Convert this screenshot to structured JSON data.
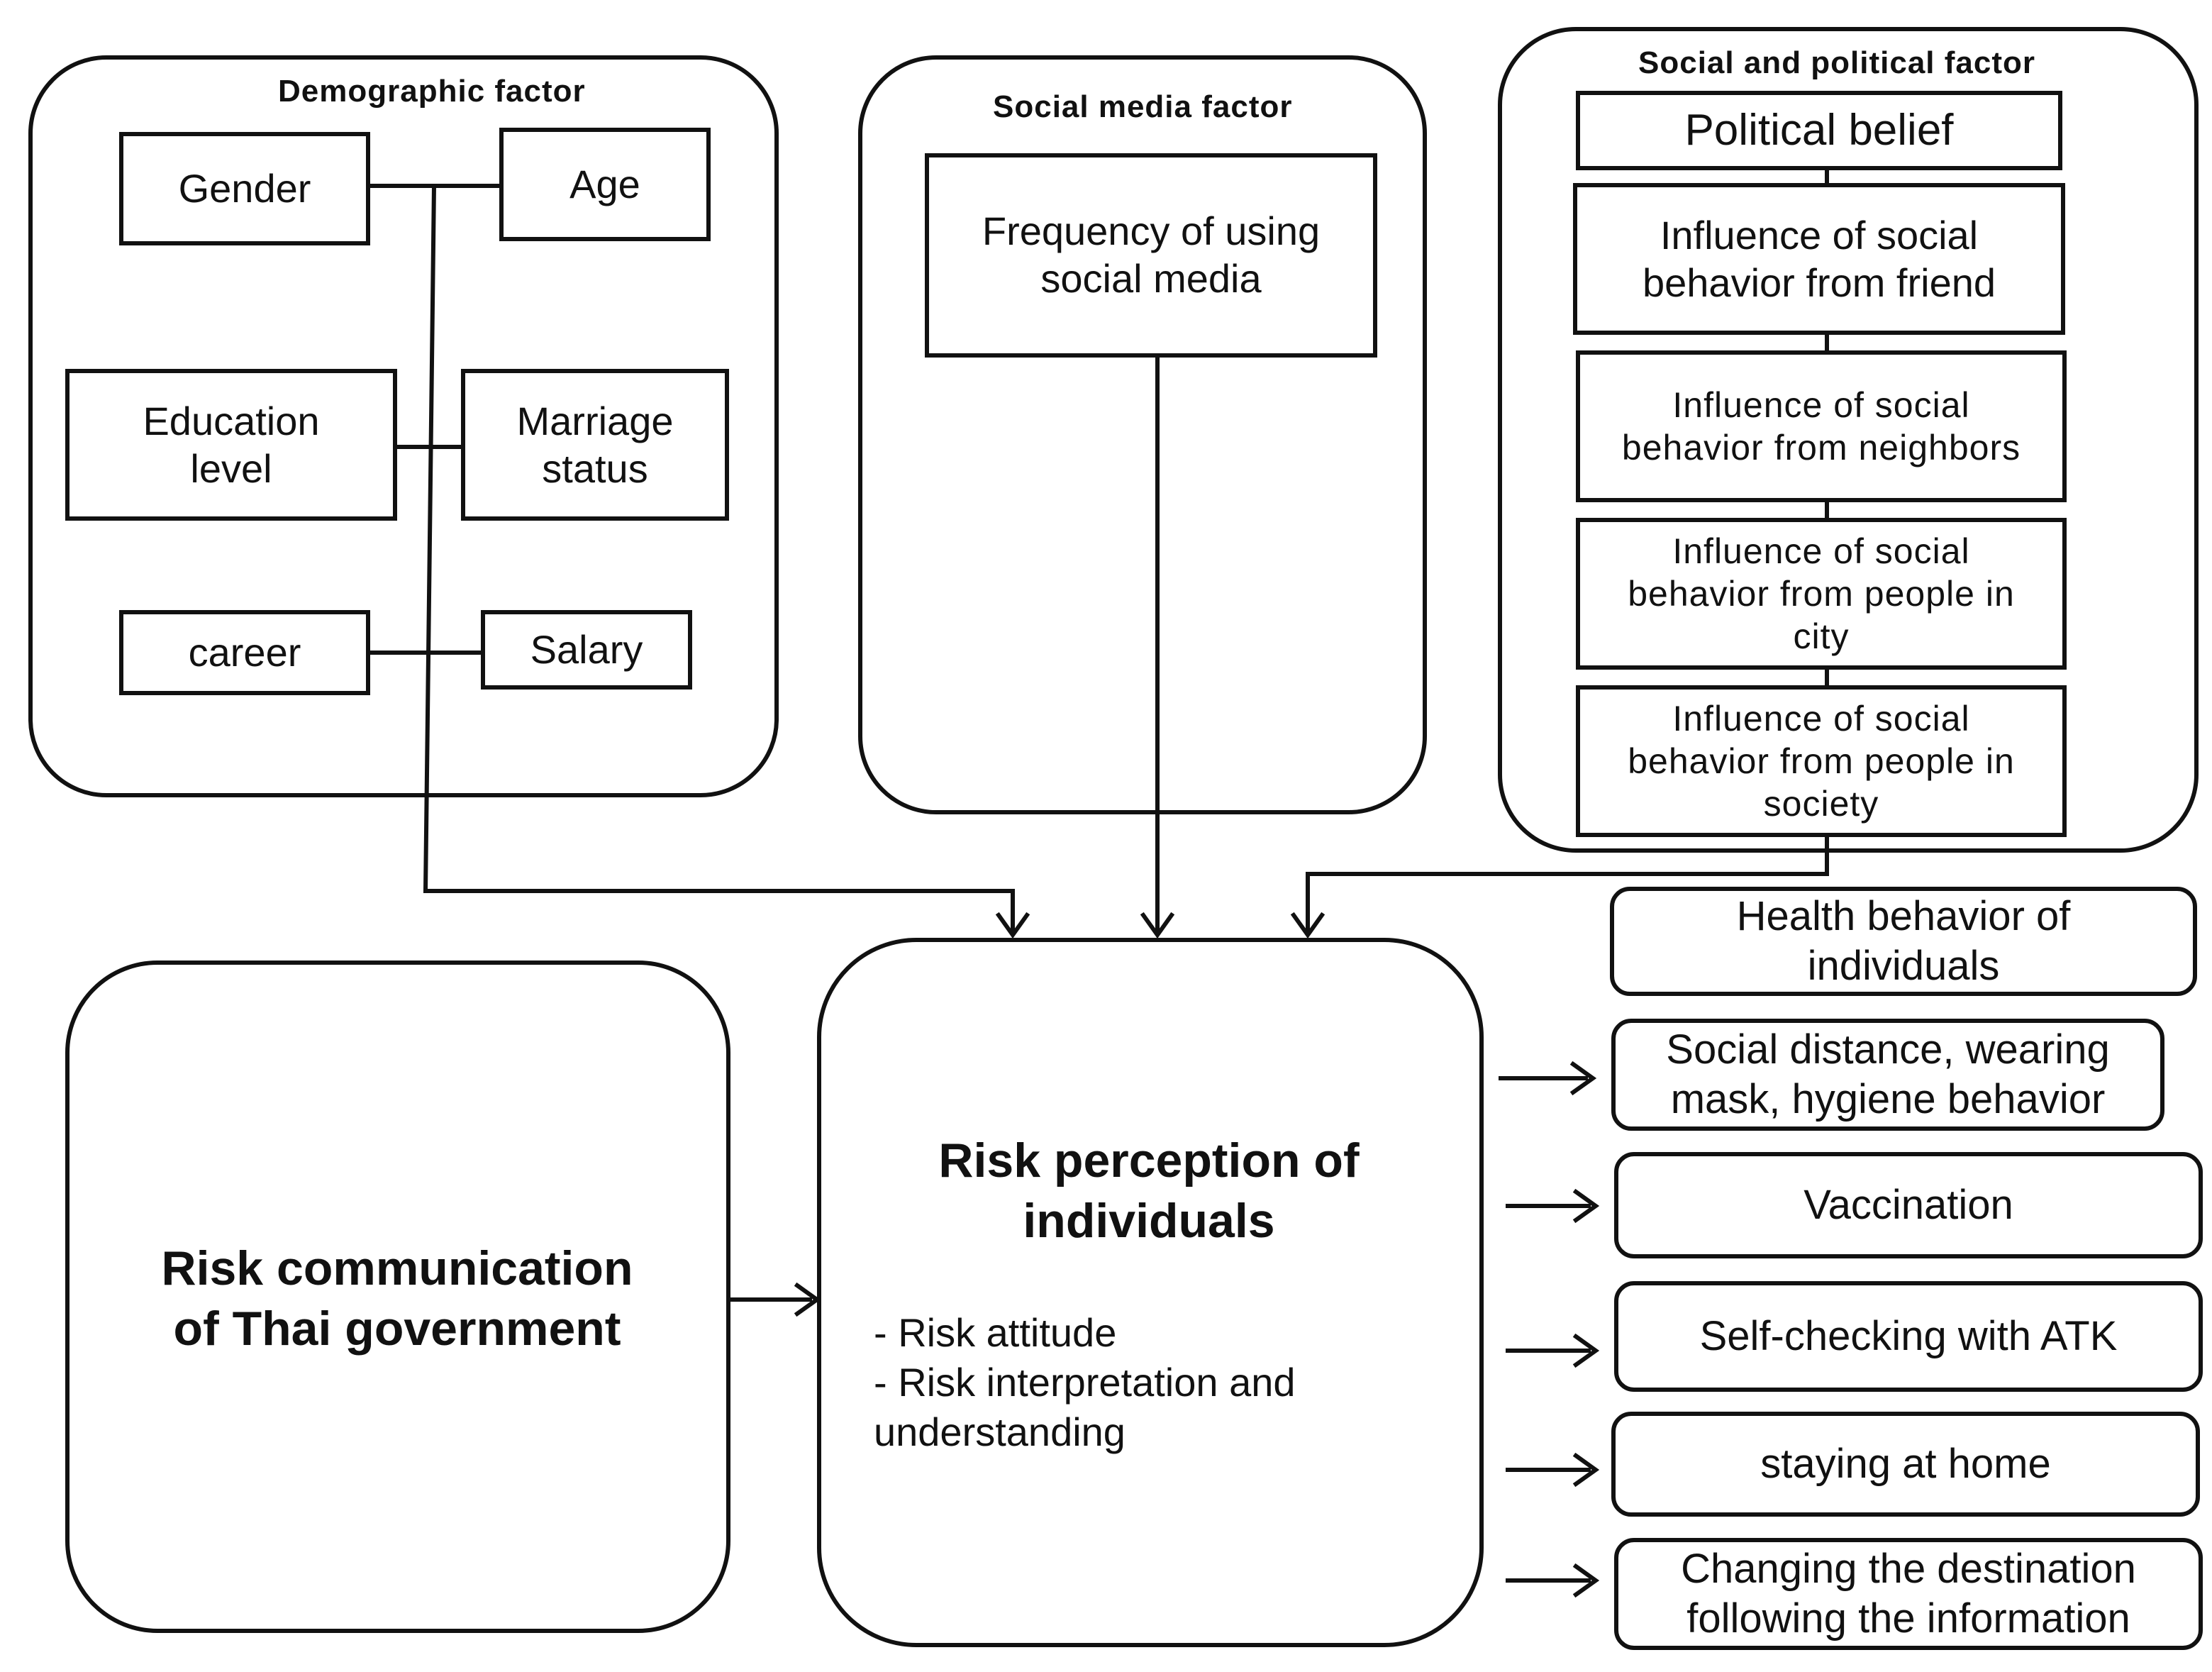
{
  "demographic": {
    "title": "Demographic factor",
    "gender": "Gender",
    "age": "Age",
    "education": "Education\nlevel",
    "marriage": "Marriage\nstatus",
    "career": "career",
    "salary": "Salary"
  },
  "social_media": {
    "title": "Social media factor",
    "frequency": "Frequency of using\nsocial media"
  },
  "social_political": {
    "title": "Social and political factor",
    "items": [
      "Political belief",
      "Influence of social\nbehavior from friend",
      "Influence of social\nbehavior from neighbors",
      "Influence of social\nbehavior from people in\ncity",
      "Influence of social\nbehavior from people in\nsociety"
    ]
  },
  "risk_communication": {
    "title": "Risk communication\nof Thai government"
  },
  "risk_perception": {
    "title": "Risk perception of\nindividuals",
    "points": "- Risk attitude\n-  Risk interpretation and\nunderstanding"
  },
  "outcomes": {
    "header": "Health behavior of\nindividuals",
    "items": [
      "Social distance, wearing\nmask, hygiene behavior",
      "Vaccination",
      "Self-checking with ATK",
      "staying at home",
      "Changing the destination\nfollowing the information"
    ]
  }
}
